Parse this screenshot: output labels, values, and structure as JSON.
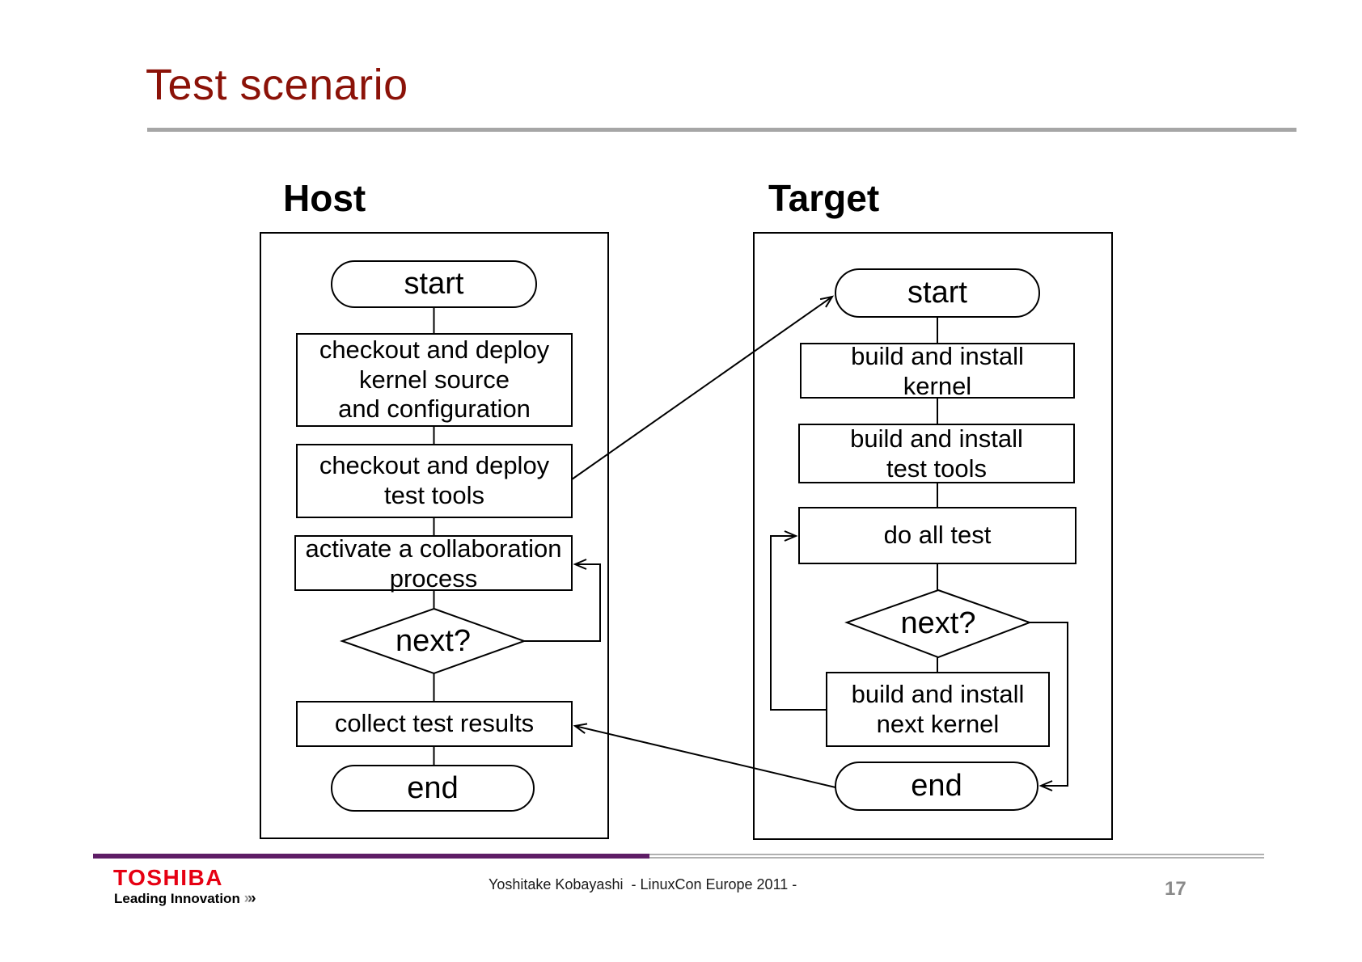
{
  "slide": {
    "title": "Test scenario",
    "page_number": "17",
    "credit": "Yoshitake Kobayashi  - LinuxCon Europe 2011 -",
    "logo": {
      "brand": "TOSHIBA",
      "tagline": "Leading Innovation ",
      "chevron": "›"
    },
    "colors": {
      "title_red": "#8b1208",
      "toshiba_red": "#e60012",
      "footer_purple": "#5e1d66",
      "rule_gray": "#a6a6a6",
      "page_gray": "#8a8a8a"
    }
  },
  "diagram": {
    "host": {
      "heading": "Host",
      "start": "start",
      "checkout_kernel": "checkout and deploy\nkernel source\nand configuration",
      "checkout_tools": "checkout and deploy\ntest tools",
      "activate": "activate a collaboration\nprocess",
      "next": "next?",
      "collect": "collect test results",
      "end": "end"
    },
    "target": {
      "heading": "Target",
      "start": "start",
      "build_kernel": "build and install\nkernel",
      "build_tools": "build and install\ntest tools",
      "do_all_test": "do all test",
      "next": "next?",
      "build_next": "build and install\nnext kernel",
      "end": "end"
    }
  }
}
